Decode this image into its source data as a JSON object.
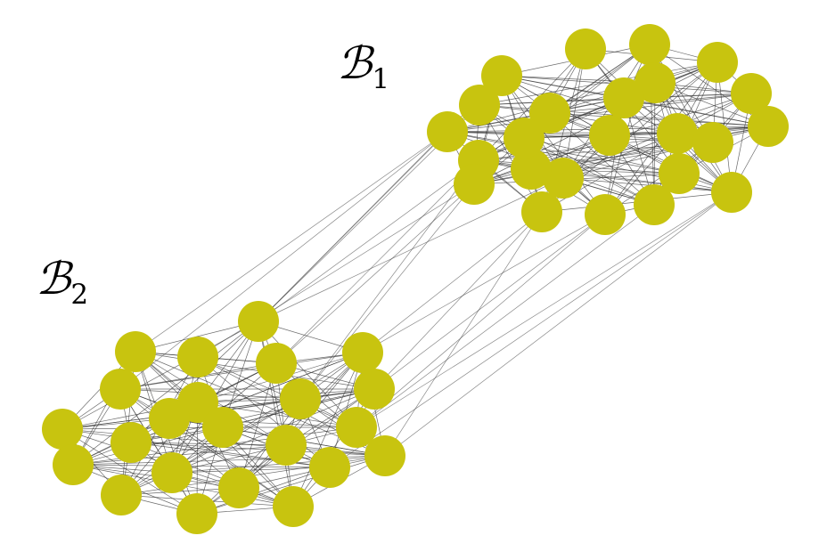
{
  "labels": {
    "block1": {
      "symbol": "ℬ",
      "subscript": "1"
    },
    "block2": {
      "symbol": "ℬ",
      "subscript": "2"
    }
  },
  "colors": {
    "node_fill": "#c8c40f",
    "edge_stroke": "#3a3a3a",
    "background": "#ffffff"
  },
  "graph": {
    "blocks": [
      {
        "name": "block-1",
        "node_count": 24
      },
      {
        "name": "block-2",
        "node_count": 23
      }
    ]
  }
}
